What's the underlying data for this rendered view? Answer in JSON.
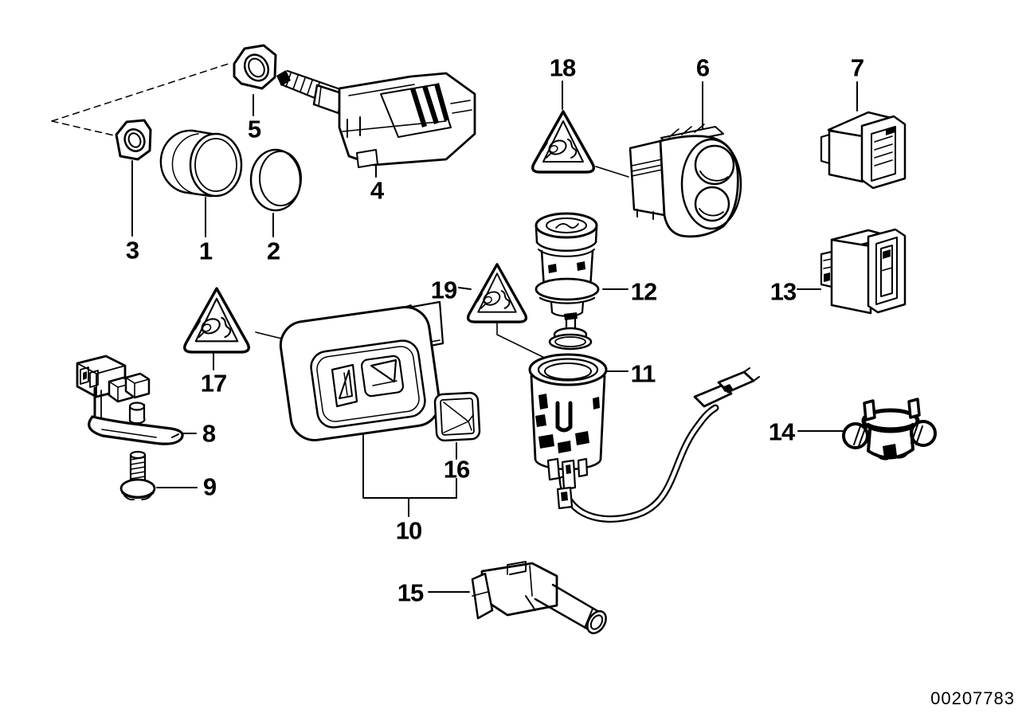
{
  "page": {
    "background": "#ffffff",
    "ink": "#000000"
  },
  "icons": {
    "warning_triangle": "hot-cigarette-lighter-warning-icon"
  },
  "callouts": {
    "c1": "1",
    "c2": "2",
    "c3": "3",
    "c4": "4",
    "c5": "5",
    "c6": "6",
    "c7": "7",
    "c8": "8",
    "c9": "9",
    "c10": "10",
    "c11": "11",
    "c12": "12",
    "c13": "13",
    "c14": "14",
    "c15": "15",
    "c16": "16",
    "c17": "17",
    "c18": "18",
    "c19": "19"
  },
  "part_number": "00207783"
}
